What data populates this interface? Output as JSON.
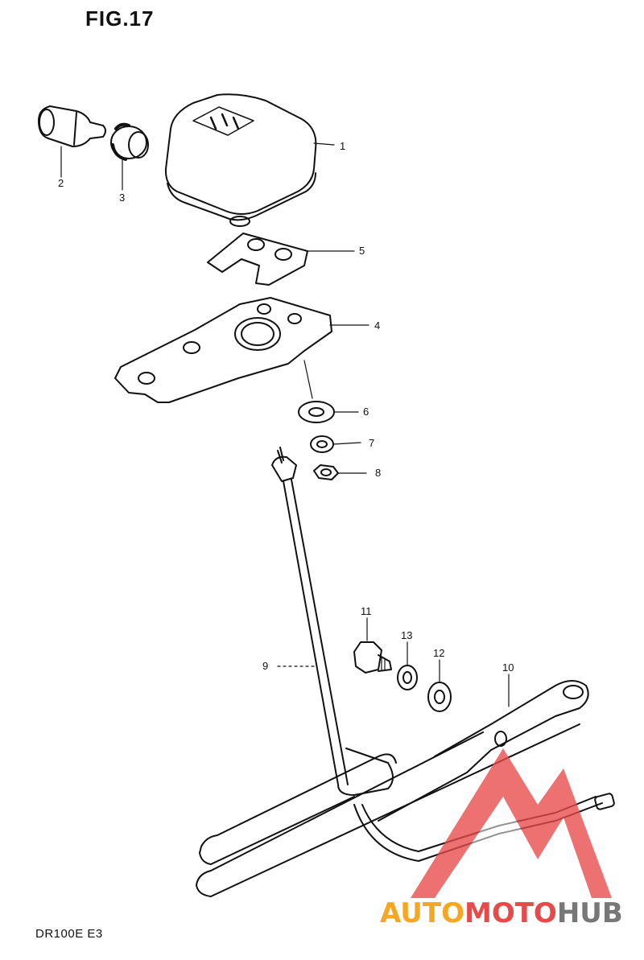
{
  "figure": {
    "title": "FIG.17",
    "model": "DR100E E3"
  },
  "parts": [
    {
      "number": "1"
    },
    {
      "number": "2"
    },
    {
      "number": "3"
    },
    {
      "number": "4"
    },
    {
      "number": "5"
    },
    {
      "number": "6"
    },
    {
      "number": "7"
    },
    {
      "number": "8"
    },
    {
      "number": "9"
    },
    {
      "number": "10"
    },
    {
      "number": "11"
    },
    {
      "number": "12"
    },
    {
      "number": "13"
    }
  ],
  "watermark": {
    "part1": "AUTO",
    "part2": "MOTO",
    "part3": "HUB",
    "colors": {
      "red": "#e84a4a",
      "orange": "#f5a623",
      "gray": "#777777"
    }
  }
}
